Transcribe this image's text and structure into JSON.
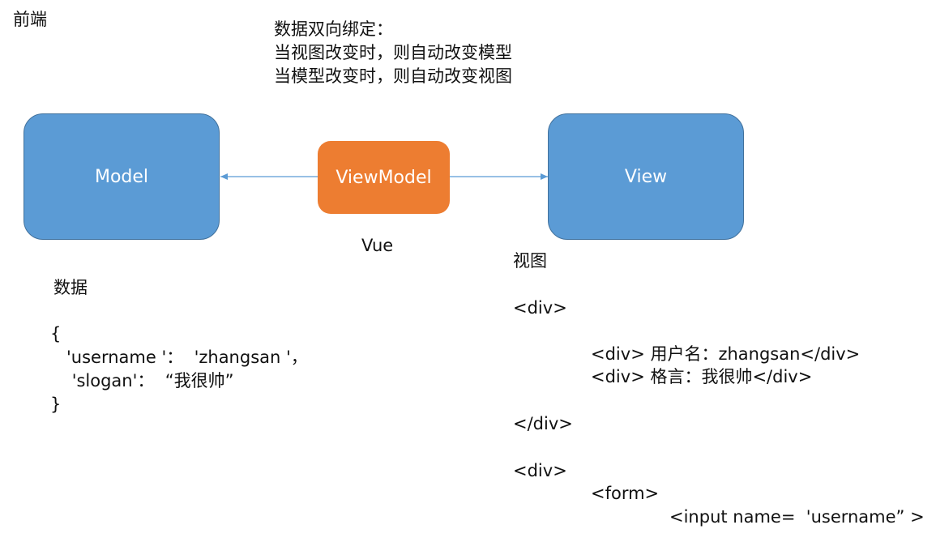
{
  "corner_label": "前端",
  "binding_note": {
    "title": "数据双向绑定：",
    "line1": "当视图改变时，则自动改变模型",
    "line2": "当模型改变时，则自动改变视图"
  },
  "nodes": {
    "model": "Model",
    "viewmodel": "ViewModel",
    "view": "View"
  },
  "vue_label": "Vue",
  "data_section": {
    "title": "数据",
    "lines": [
      "{",
      "   'username '：  'zhangsan '，",
      "    'slogan'：  “我很帅”",
      "}"
    ]
  },
  "view_section": {
    "title": "视图",
    "lines": [
      "<div>",
      "<div> 用户名：zhangsan</div>",
      "<div> 格言：我很帅</div>",
      "</div>",
      "<div>",
      "<form>",
      "<input name=  'username” >"
    ]
  },
  "colors": {
    "model_view_fill": "#5b9bd5",
    "viewmodel_fill": "#ed7d31",
    "arrow": "#5b9bd5"
  }
}
